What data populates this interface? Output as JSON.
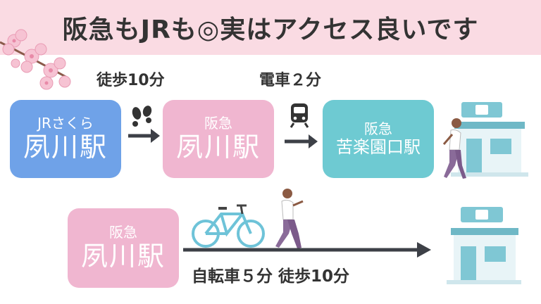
{
  "banner": {
    "title": "阪急もJRも◎実はアクセス良いです"
  },
  "row1": {
    "walk_label": "徒歩10分",
    "train_label": "電車２分",
    "box1": {
      "line": "JRさくら",
      "station": "夙川駅"
    },
    "box2": {
      "line": "阪急",
      "station": "夙川駅"
    },
    "box3": {
      "line": "阪急",
      "station": "苦楽園口駅"
    }
  },
  "row2": {
    "box": {
      "line": "阪急",
      "station": "夙川駅"
    },
    "label": "自転車５分 徒歩10分"
  },
  "icons": [
    "sakura-icon",
    "footsteps-icon",
    "arrow-right-icon",
    "train-icon",
    "clinic-icon",
    "walking-woman-icon",
    "bicycle-icon"
  ],
  "colors": {
    "banner": "#fadbe3",
    "jr_box": "#6fa2e8",
    "hankyu_box": "#f0b6d0",
    "kurakuen_box": "#6ecad2",
    "arrow": "#3d4047",
    "clinic": "#7fc7d4"
  }
}
